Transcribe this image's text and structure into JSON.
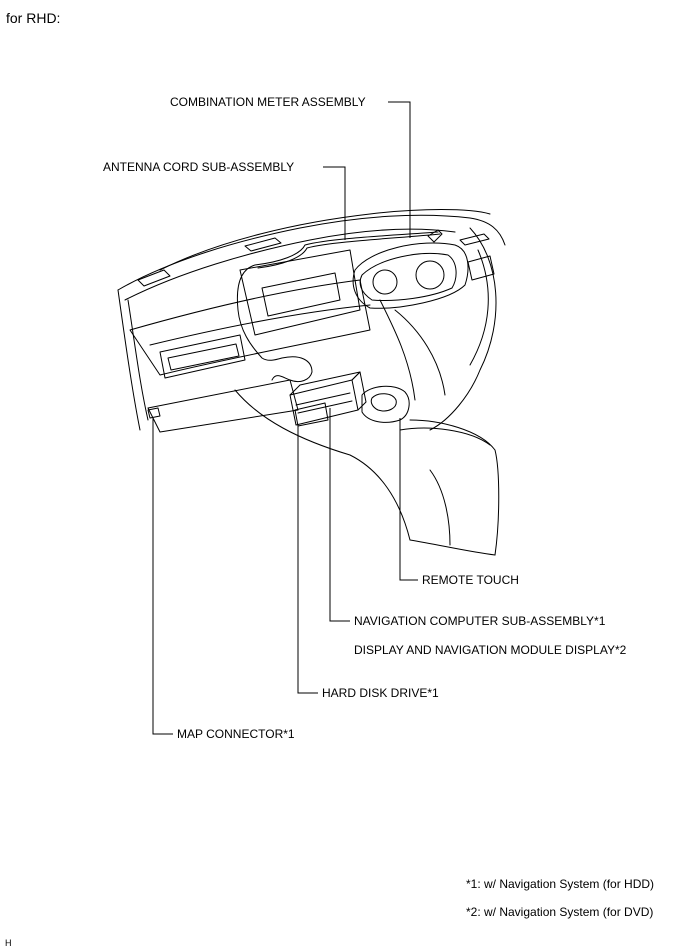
{
  "header": {
    "title": "for RHD:"
  },
  "labels": {
    "combination_meter": "COMBINATION METER ASSEMBLY",
    "antenna_cord": "ANTENNA CORD SUB-ASSEMBLY",
    "remote_touch": "REMOTE TOUCH",
    "nav_computer": "NAVIGATION COMPUTER SUB-ASSEMBLY*1",
    "display_nav_module": "DISPLAY AND NAVIGATION MODULE DISPLAY*2",
    "hard_disk": "HARD DISK DRIVE*1",
    "map_connector": "MAP CONNECTOR*1"
  },
  "footnotes": {
    "note1": "*1: w/ Navigation System (for HDD)",
    "note2": "*2: w/ Navigation System (for DVD)"
  },
  "figure_code": "H"
}
